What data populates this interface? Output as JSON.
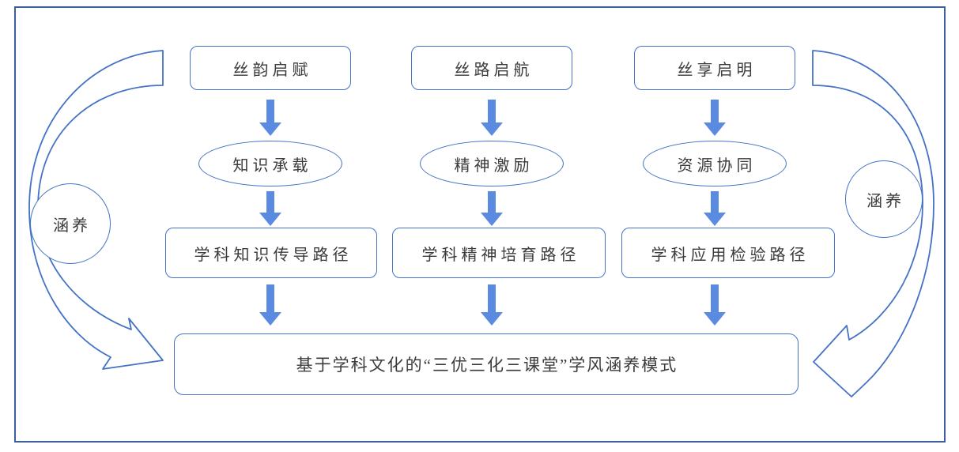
{
  "diagram": {
    "columns": [
      {
        "top_label": "丝韵启赋",
        "ellipse_label": "知识承载",
        "path_label": "学科知识传导路径"
      },
      {
        "top_label": "丝路启航",
        "ellipse_label": "精神激励",
        "path_label": "学科精神培育路径"
      },
      {
        "top_label": "丝享启明",
        "ellipse_label": "资源协同",
        "path_label": "学科应用检验路径"
      }
    ],
    "bottom_label": "基于学科文化的“三优三化三课堂”学风涵养模式",
    "left_circle_label": "涵养",
    "right_circle_label": "涵养",
    "colors": {
      "outline": "#4472c4",
      "arrow_fill": "#5b8be1",
      "frame": "#3d5f9f"
    }
  }
}
